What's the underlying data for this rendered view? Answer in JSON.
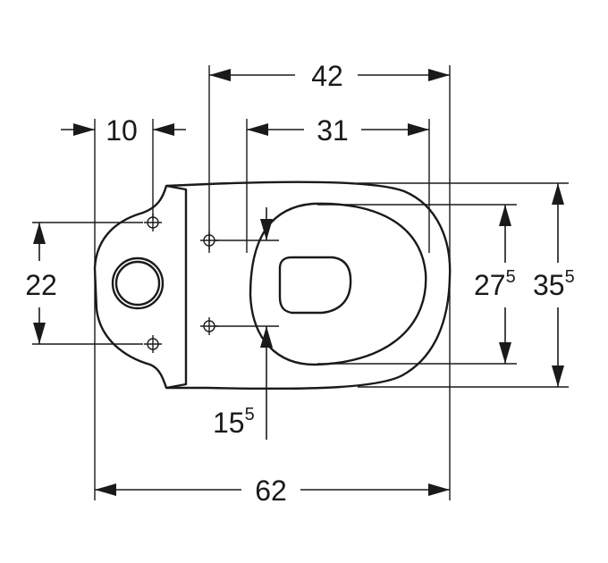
{
  "dimensions": {
    "width_42": "42",
    "width_31": "31",
    "offset_10": "10",
    "spacing_22": "22",
    "seat_depth_main": "27",
    "seat_depth_sup": "5",
    "total_depth_main": "35",
    "total_depth_sup": "5",
    "fixing_main": "15",
    "fixing_sup": "5",
    "total_length_62": "62"
  }
}
